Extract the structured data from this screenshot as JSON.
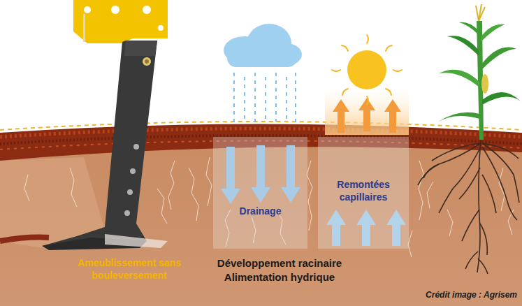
{
  "diagram": {
    "nodes": [
      {
        "text": [
          "Drainage"
        ]
      },
      {
        "text": [
          "Remontées capillaires"
        ]
      }
    ],
    "labels": [
      "Ameublissement sans bouleversement",
      "Développement racinaire",
      "Alimentation hydrique",
      "Crédit image : Agrisem"
    ]
  }
}
